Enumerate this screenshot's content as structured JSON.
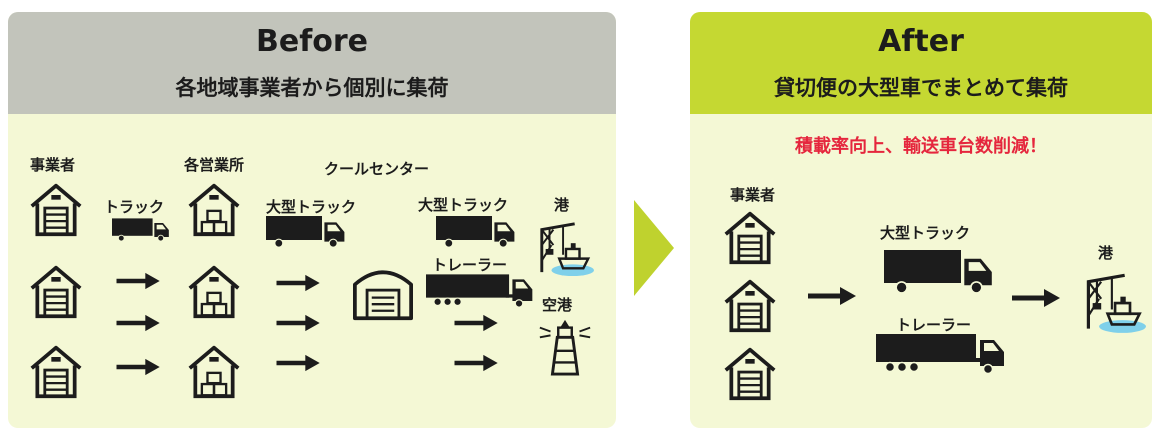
{
  "before": {
    "title": "Before",
    "subtitle": "各地域事業者から個別に集荷",
    "labels": {
      "shippers": "事業者",
      "branches": "各営業所",
      "cool_center": "クールセンター",
      "truck": "トラック",
      "large_truck_1": "大型トラック",
      "large_truck_2": "大型トラック",
      "trailer": "トレーラー",
      "port": "港",
      "airport": "空港"
    }
  },
  "after": {
    "title": "After",
    "subtitle": "貸切便の大型車でまとめて集荷",
    "slogan": "積載率向上、輸送車台数削減！",
    "labels": {
      "shippers": "事業者",
      "large_truck": "大型トラック",
      "trailer": "トレーラー",
      "port": "港"
    }
  },
  "colors": {
    "before_header": "#c2c4bb",
    "after_header": "#c5d832",
    "panel_background": "#f4f8d5",
    "chevron": "#bfd22e",
    "slogan": "#e5263d",
    "icon": "#1c1c1c",
    "water": "#7fd0ea"
  },
  "icons": [
    "warehouse-icon",
    "truck-icon",
    "trailer-icon",
    "arrow-right-icon",
    "port-crane-icon",
    "lighthouse-icon",
    "chevron-right-icon"
  ]
}
